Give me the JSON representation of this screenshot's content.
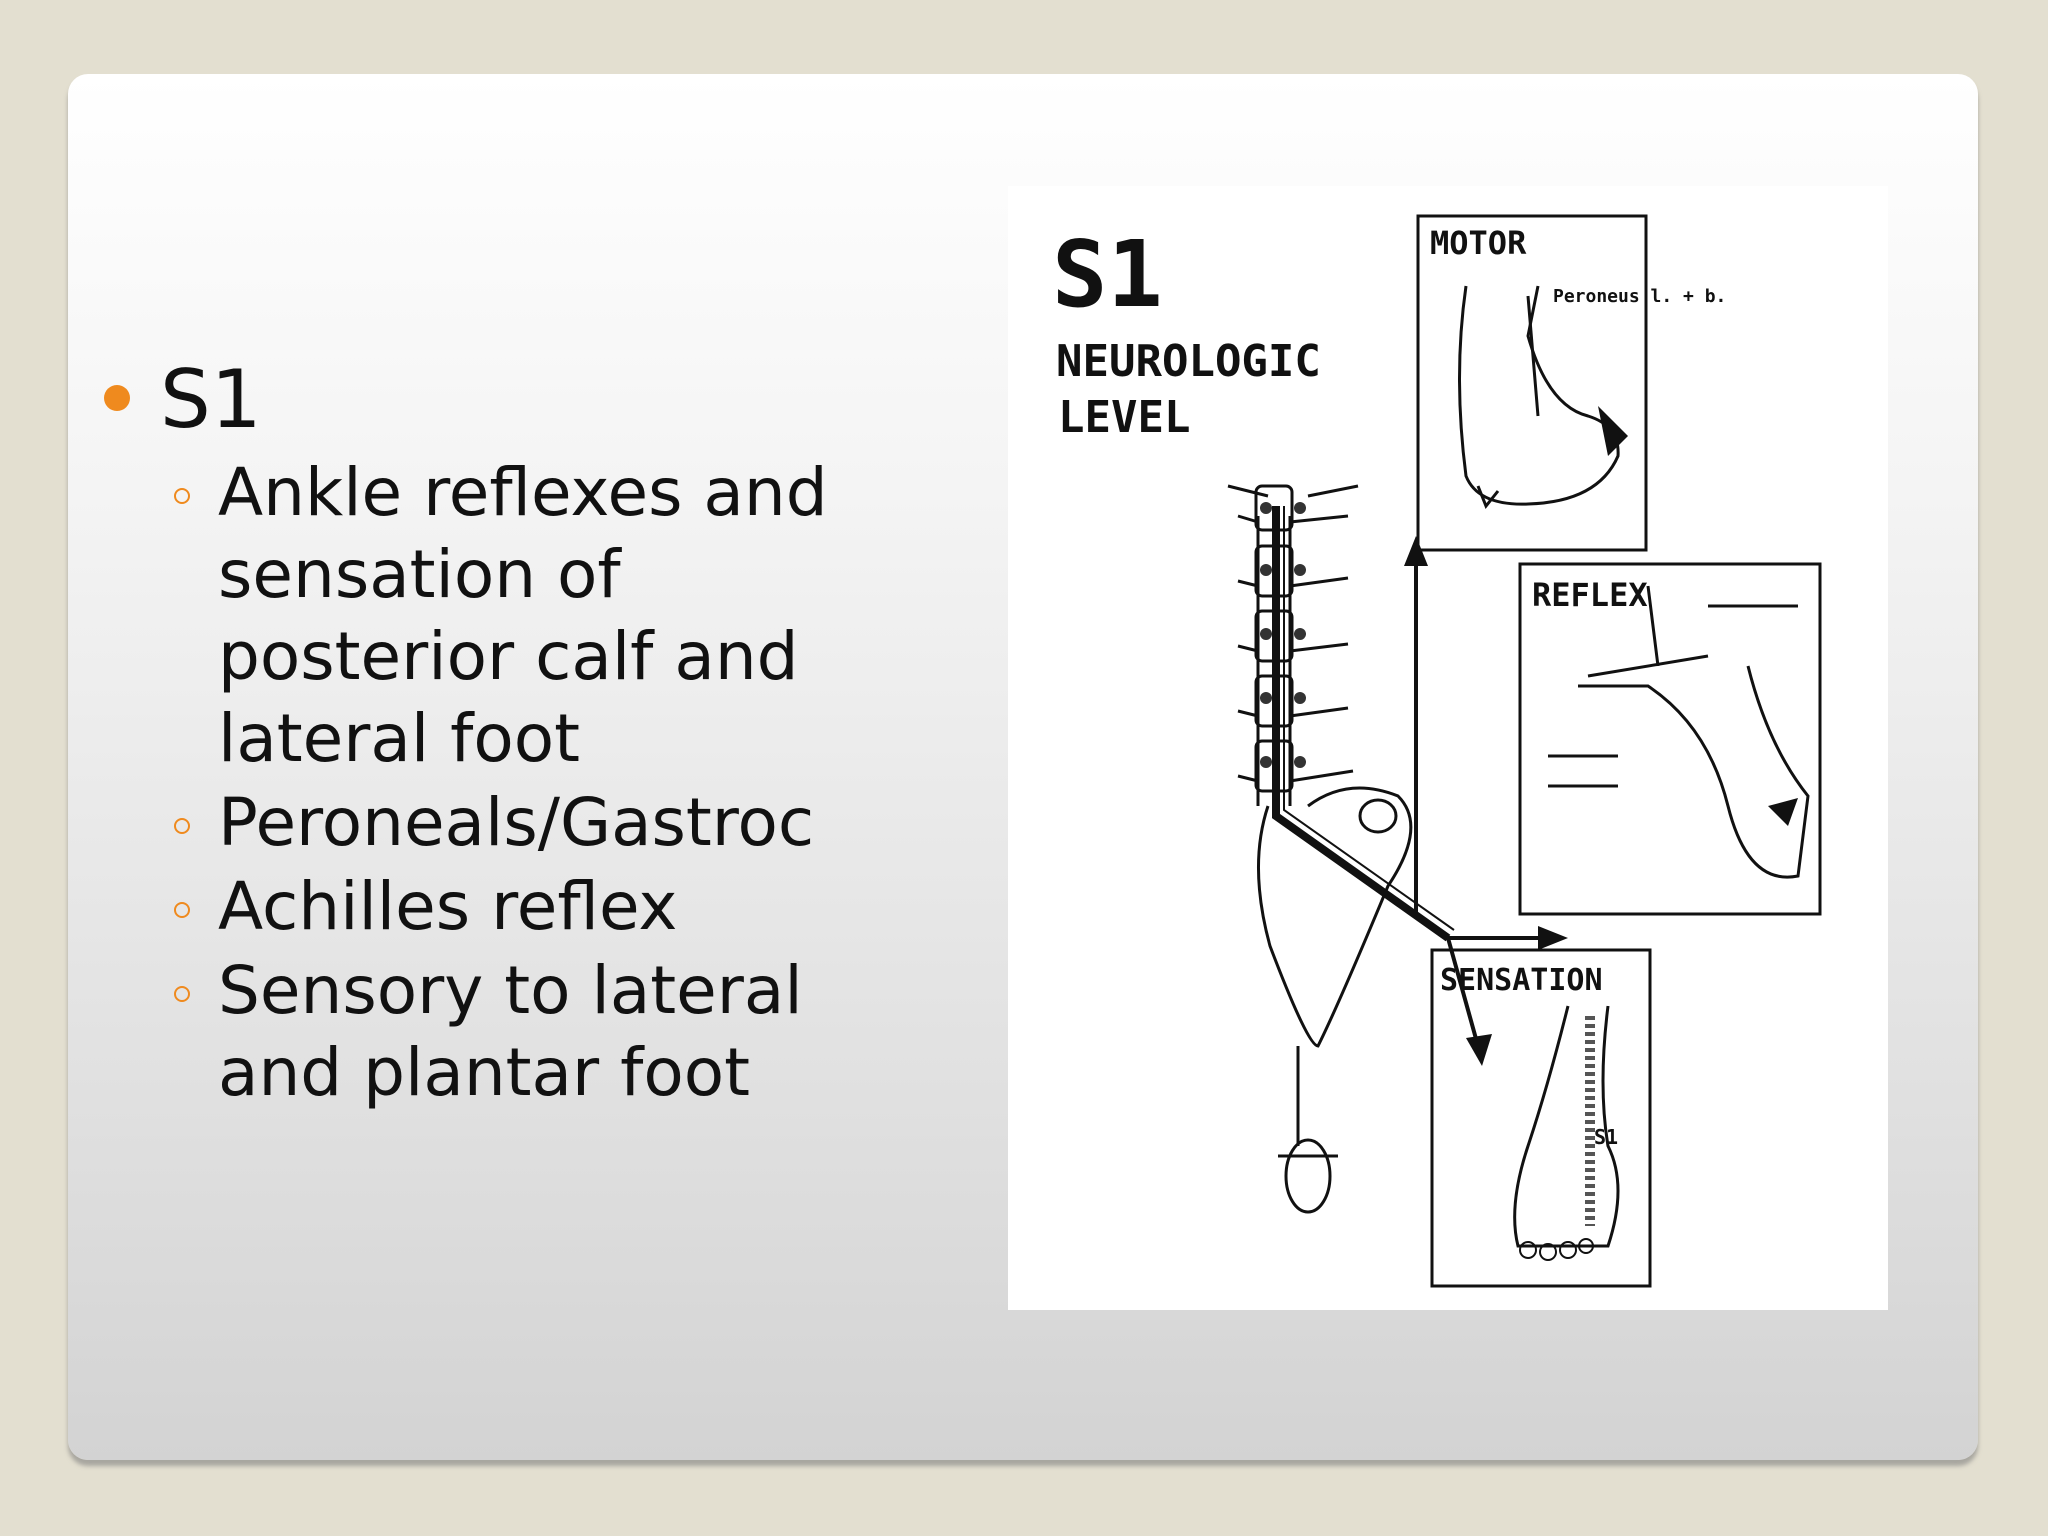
{
  "slide": {
    "bullet": {
      "label": "S1",
      "sub_items": [
        "Ankle reflexes and sensation of posterior calf and lateral foot",
        "Peroneals/Gastroc",
        "Achilles reflex",
        "Sensory to lateral and plantar foot"
      ]
    },
    "figure": {
      "title": "S1",
      "subtitle_line1": "NEUROLOGIC",
      "subtitle_line2": "LEVEL",
      "motor_label": "MOTOR",
      "motor_muscle": "Peroneus l. + b.",
      "reflex_label": "REFLEX",
      "sensation_label": "SENSATION",
      "dermatome_label": "S1"
    },
    "colors": {
      "accent": "#ef8a1e",
      "background": "#e3dfd0"
    }
  }
}
